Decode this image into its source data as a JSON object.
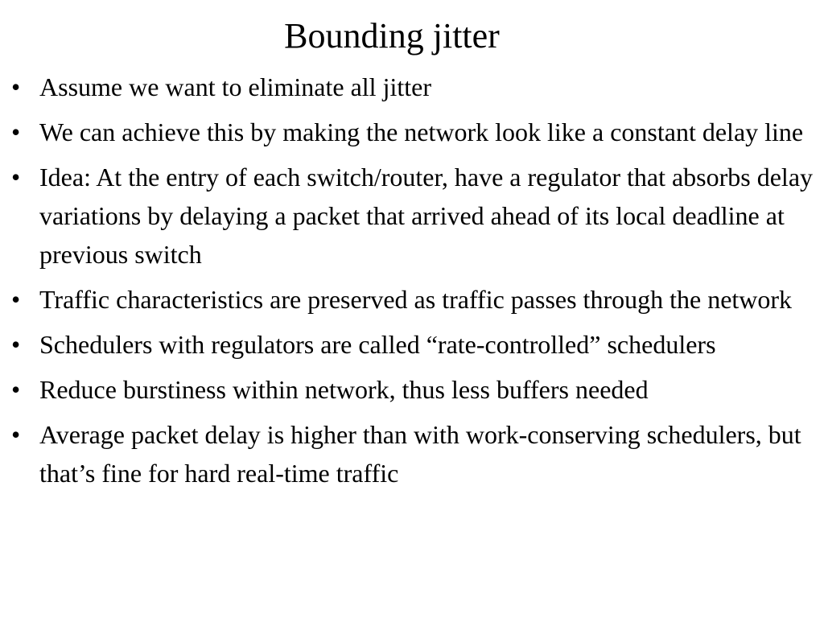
{
  "slide": {
    "title": "Bounding jitter",
    "bullet_symbol": "•",
    "bullets": [
      {
        "text": "Assume we want to eliminate all jitter"
      },
      {
        "text": "We can achieve this by making the network look like a constant delay line"
      },
      {
        "text": "Idea: At the entry of each switch/router, have a regulator that absorbs delay variations by delaying a packet that arrived ahead of its local deadline at previous switch"
      },
      {
        "text": "Traffic characteristics are preserved as traffic passes through the network"
      },
      {
        "text": "Schedulers with regulators are called “rate-controlled” schedulers"
      },
      {
        "text": "Reduce burstiness within network, thus less buffers needed"
      },
      {
        "text": "Average packet delay is higher than with work-conserving schedulers, but that’s fine for hard real-time traffic"
      }
    ]
  }
}
